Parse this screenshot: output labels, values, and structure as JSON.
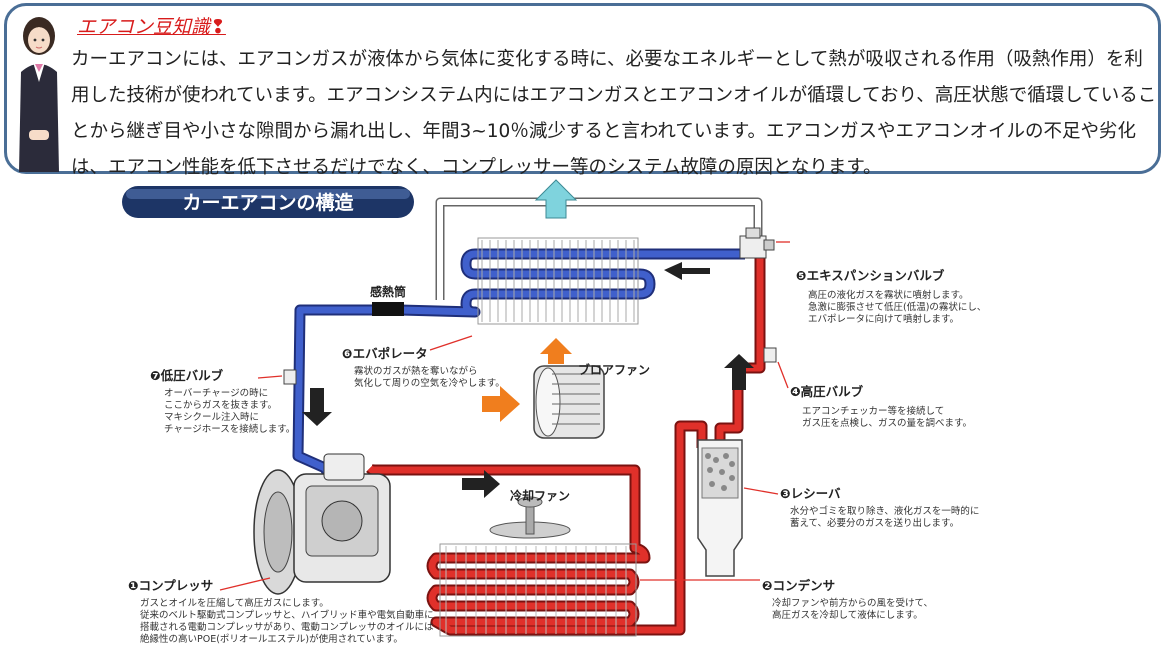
{
  "info": {
    "title": "エアコン豆知識",
    "body": "カーエアコンには、エアコンガスが液体から気体に変化する時に、必要なエネルギーとして熱が吸収される作用（吸熱作用）を利用した技術が使われています。エアコンシステム内にはエアコンガスとエアコンオイルが循環しており、高圧状態で循環していることから継ぎ目や小さな隙間から漏れ出し、年間3~10％減少すると言われています。エアコンガスやエアコンオイルの不足や劣化は、エアコン性能を低下させるだけでなく、コンプレッサー等のシステム故障の原因となります。"
  },
  "diagram": {
    "header": "カーエアコンの構造",
    "kanetsuto": "感熱筒",
    "blower_fan": "ブロアファン",
    "cooling_fan": "冷却ファン",
    "parts": {
      "compressor": {
        "title": "❶コンプレッサ",
        "desc1": "ガスとオイルを圧縮して高圧ガスにします。",
        "desc2": "従来のベルト駆動式コンプレッサと、ハイブリッド車や電気自動車に",
        "desc3": "搭載される電動コンプレッサがあり、電動コンプレッサのオイルには",
        "desc4": "絶縁性の高いPOE(ポリオールエステル)が使用されています。"
      },
      "condenser": {
        "title": "❷コンデンサ",
        "desc1": "冷却ファンや前方からの風を受けて、",
        "desc2": "高圧ガスを冷却して液体にします。"
      },
      "receiver": {
        "title": "❸レシーバ",
        "desc1": "水分やゴミを取り除き、液化ガスを一時的に",
        "desc2": "蓄えて、必要分のガスを送り出します。"
      },
      "high_valve": {
        "title": "❹高圧バルブ",
        "desc1": "エアコンチェッカー等を接続して",
        "desc2": "ガス圧を点検し、ガスの量を調べます。"
      },
      "expansion": {
        "title": "❺エキスパンションバルブ",
        "desc1": "高圧の液化ガスを霧状に噴射します。",
        "desc2": "急激に膨張させて低圧(低温)の霧状にし、",
        "desc3": "エバポレータに向けて噴射します。"
      },
      "evaporator": {
        "title": "❻エバポレータ",
        "desc1": "霧状のガスが熱を奪いながら",
        "desc2": "気化して周りの空気を冷やします。"
      },
      "low_valve": {
        "title": "❼低圧バルブ",
        "desc1": "オーバーチャージの時に",
        "desc2": "ここからガスを抜きます。",
        "desc3": "マキシクール注入時に",
        "desc4": "チャージホースを接続します。"
      }
    },
    "colors": {
      "high_pressure": "#d8261f",
      "low_pressure": "#3556b8",
      "arrow_dark": "#222222",
      "arrow_orange": "#f07e1e",
      "arrow_cyan": "#7fd3dd",
      "header_bg": "#1d3566"
    }
  }
}
